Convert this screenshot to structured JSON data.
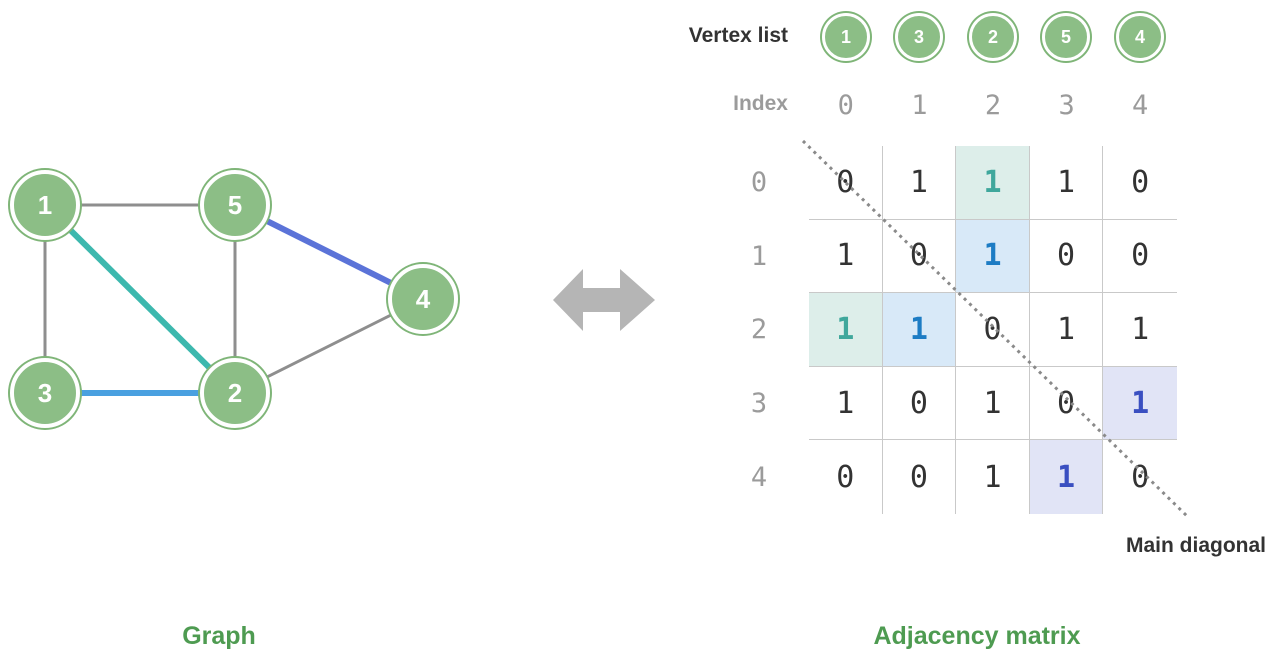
{
  "colors": {
    "node-green": "#8CBE86",
    "node-stroke": "#7FB578",
    "edge-gray": "#8e8e8e",
    "edge-teal": "#3DB8AE",
    "edge-blue": "#4AA0E0",
    "edge-indigo": "#5B73D8",
    "arrow-gray": "#b5b5b5",
    "text-dark": "#333333",
    "index-gray": "#9B9B9B",
    "grid-line": "#c9c9c9",
    "diagonal-dot": "#8a8a8a",
    "caption-green": "#4E9B51",
    "hl-teal-bg": "#DDEEEA",
    "hl-teal-text": "#3FA79C",
    "hl-blue-bg": "#D8E9F8",
    "hl-blue-text": "#1D7CC4",
    "hl-indigo-bg": "#E1E4F6",
    "hl-indigo-text": "#3A4FC1"
  },
  "graph": {
    "caption": "Graph",
    "nodes": [
      {
        "label": "1"
      },
      {
        "label": "5"
      },
      {
        "label": "4"
      },
      {
        "label": "3"
      },
      {
        "label": "2"
      }
    ],
    "edges": [
      {
        "from": "1",
        "to": "5",
        "color": "gray"
      },
      {
        "from": "1",
        "to": "3",
        "color": "gray"
      },
      {
        "from": "5",
        "to": "2",
        "color": "gray"
      },
      {
        "from": "2",
        "to": "4",
        "color": "gray"
      },
      {
        "from": "1",
        "to": "2",
        "color": "teal"
      },
      {
        "from": "3",
        "to": "2",
        "color": "blue"
      },
      {
        "from": "5",
        "to": "4",
        "color": "indigo"
      }
    ]
  },
  "matrix_panel": {
    "caption": "Adjacency matrix",
    "vertex_list_label": "Vertex list",
    "index_label": "Index",
    "vertex_list": [
      "1",
      "3",
      "2",
      "5",
      "4"
    ],
    "col_indices": [
      "0",
      "1",
      "2",
      "3",
      "4"
    ],
    "rows": [
      {
        "index": "0",
        "cells": [
          "0",
          "1",
          "1",
          "1",
          "0"
        ]
      },
      {
        "index": "1",
        "cells": [
          "1",
          "0",
          "1",
          "0",
          "0"
        ]
      },
      {
        "index": "2",
        "cells": [
          "1",
          "1",
          "0",
          "1",
          "1"
        ]
      },
      {
        "index": "3",
        "cells": [
          "1",
          "0",
          "1",
          "0",
          "1"
        ]
      },
      {
        "index": "4",
        "cells": [
          "0",
          "0",
          "1",
          "1",
          "0"
        ]
      }
    ],
    "highlights": [
      {
        "row": 0,
        "col": 2,
        "style": "teal"
      },
      {
        "row": 2,
        "col": 0,
        "style": "teal"
      },
      {
        "row": 1,
        "col": 2,
        "style": "blue"
      },
      {
        "row": 2,
        "col": 1,
        "style": "blue"
      },
      {
        "row": 3,
        "col": 4,
        "style": "indigo"
      },
      {
        "row": 4,
        "col": 3,
        "style": "indigo"
      }
    ],
    "main_diagonal_label": "Main diagonal"
  }
}
